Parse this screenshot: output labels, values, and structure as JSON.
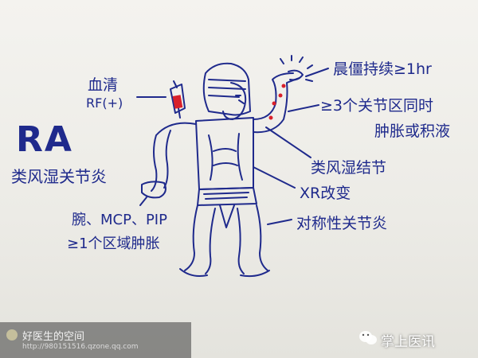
{
  "title": "RA",
  "subtitle": "类风湿关节炎",
  "labels": {
    "serum_line1": "血清",
    "serum_line2": "RF(+)",
    "morning_stiffness": "晨僵持续≥1hr",
    "joints_line1": "≥3个关节区同时",
    "joints_line2": "肿胀或积液",
    "hand_joints": "类风湿结节",
    "xray": "XR改变",
    "symmetric": "对称性关节炎",
    "wrist_line1": "腕、MCP、PIP",
    "wrist_line2": "≥1个区域肿胀"
  },
  "watermark": {
    "brand": "好医生的空间",
    "url": "http://980151516.qzone.qq.com",
    "right": "掌上医讯"
  },
  "colors": {
    "ink": "#1f2a8c",
    "red": "#d8202a",
    "paper": "#efeeea"
  }
}
